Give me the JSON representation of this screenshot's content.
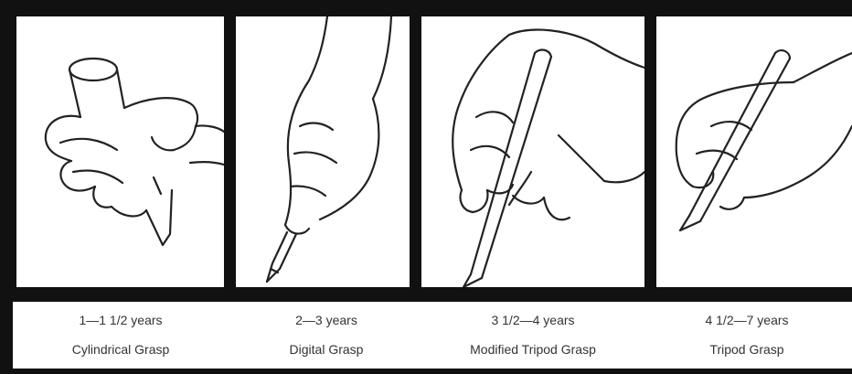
{
  "stages": [
    {
      "age": "1—1 1/2 years",
      "grasp": "Cylindrical Grasp"
    },
    {
      "age": "2—3 years",
      "grasp": "Digital Grasp"
    },
    {
      "age": "3 1/2—4 years",
      "grasp": "Modified Tripod Grasp"
    },
    {
      "age": "4 1/2—7 years",
      "grasp": "Tripod Grasp"
    }
  ],
  "colors": {
    "frame": "#111111",
    "paper": "#ffffff",
    "ink": "#222222",
    "text": "#333333"
  }
}
